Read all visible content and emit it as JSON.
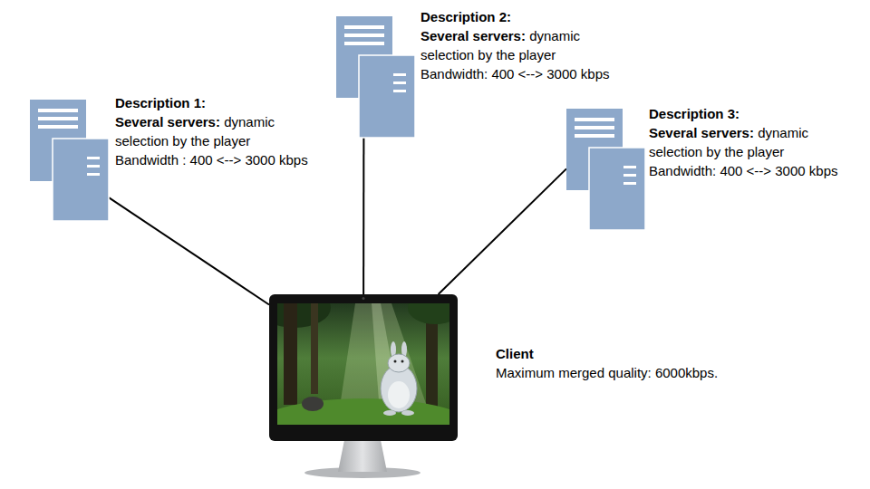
{
  "diagram": {
    "nodes": [
      {
        "text": [
          "Description 1:",
          "Several servers:",
          "dynamic selection by the player",
          "Bandwidth : 400 <--> 3000 kbps"
        ]
      },
      {
        "text": [
          "Description 2:",
          "Several servers:",
          "dynamic selection by the player",
          "Bandwidth: 400 <--> 3000 kbps"
        ]
      },
      {
        "text": [
          "Description 3:",
          "Several servers:",
          "dynamic selection by the player",
          "Bandwidth: 400 <--> 3000 kbps"
        ]
      },
      {
        "text": [
          "Client",
          "Maximum merged quality: 6000kbps."
        ]
      }
    ],
    "edges": [
      {
        "from": 0,
        "to": 3,
        "arrow": "none"
      },
      {
        "from": 1,
        "to": 3,
        "arrow": "none"
      },
      {
        "from": 2,
        "to": 3,
        "arrow": "none"
      }
    ]
  }
}
